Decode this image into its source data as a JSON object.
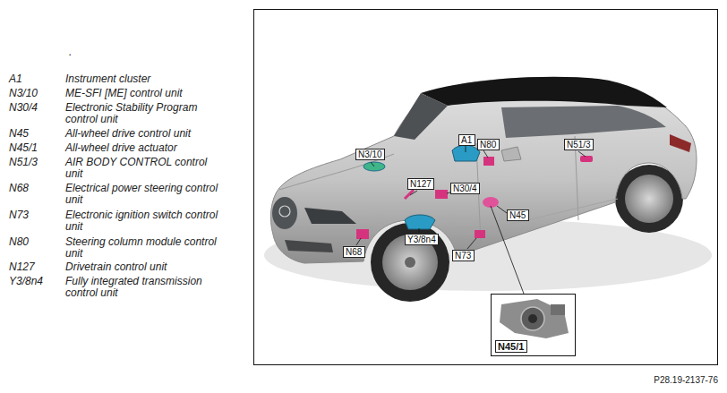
{
  "diagram": {
    "nodes": [
      {
        "text": [
          "A1"
        ]
      },
      {
        "text": [
          "N80"
        ]
      },
      {
        "text": [
          "N51/3"
        ]
      },
      {
        "text": [
          "N3/10"
        ]
      },
      {
        "text": [
          "N127"
        ]
      },
      {
        "text": [
          "N30/4"
        ]
      },
      {
        "text": [
          "N45"
        ]
      },
      {
        "text": [
          "Y3/8n4"
        ]
      },
      {
        "text": [
          "N68"
        ]
      },
      {
        "text": [
          "N73"
        ]
      },
      {
        "text": [
          "N45/1"
        ]
      }
    ],
    "labels": [
      ".",
      "A1",
      "Instrument cluster",
      "N3/10",
      "ME-SFI [ME] control unit",
      "N30/4",
      "Electronic Stability Program control unit",
      "N45",
      "All-wheel drive control unit",
      "N45/1",
      "All-wheel drive actuator",
      "N51/3",
      "AIR BODY CONTROL control unit",
      "N68",
      "Electrical power steering control unit",
      "N73",
      "Electronic ignition switch control unit",
      "N80",
      "Steering column module control unit",
      "N127",
      "Drivetrain control unit",
      "Y3/8n4",
      "Fully integrated transmission control unit",
      "P28.19-2137-76"
    ]
  }
}
